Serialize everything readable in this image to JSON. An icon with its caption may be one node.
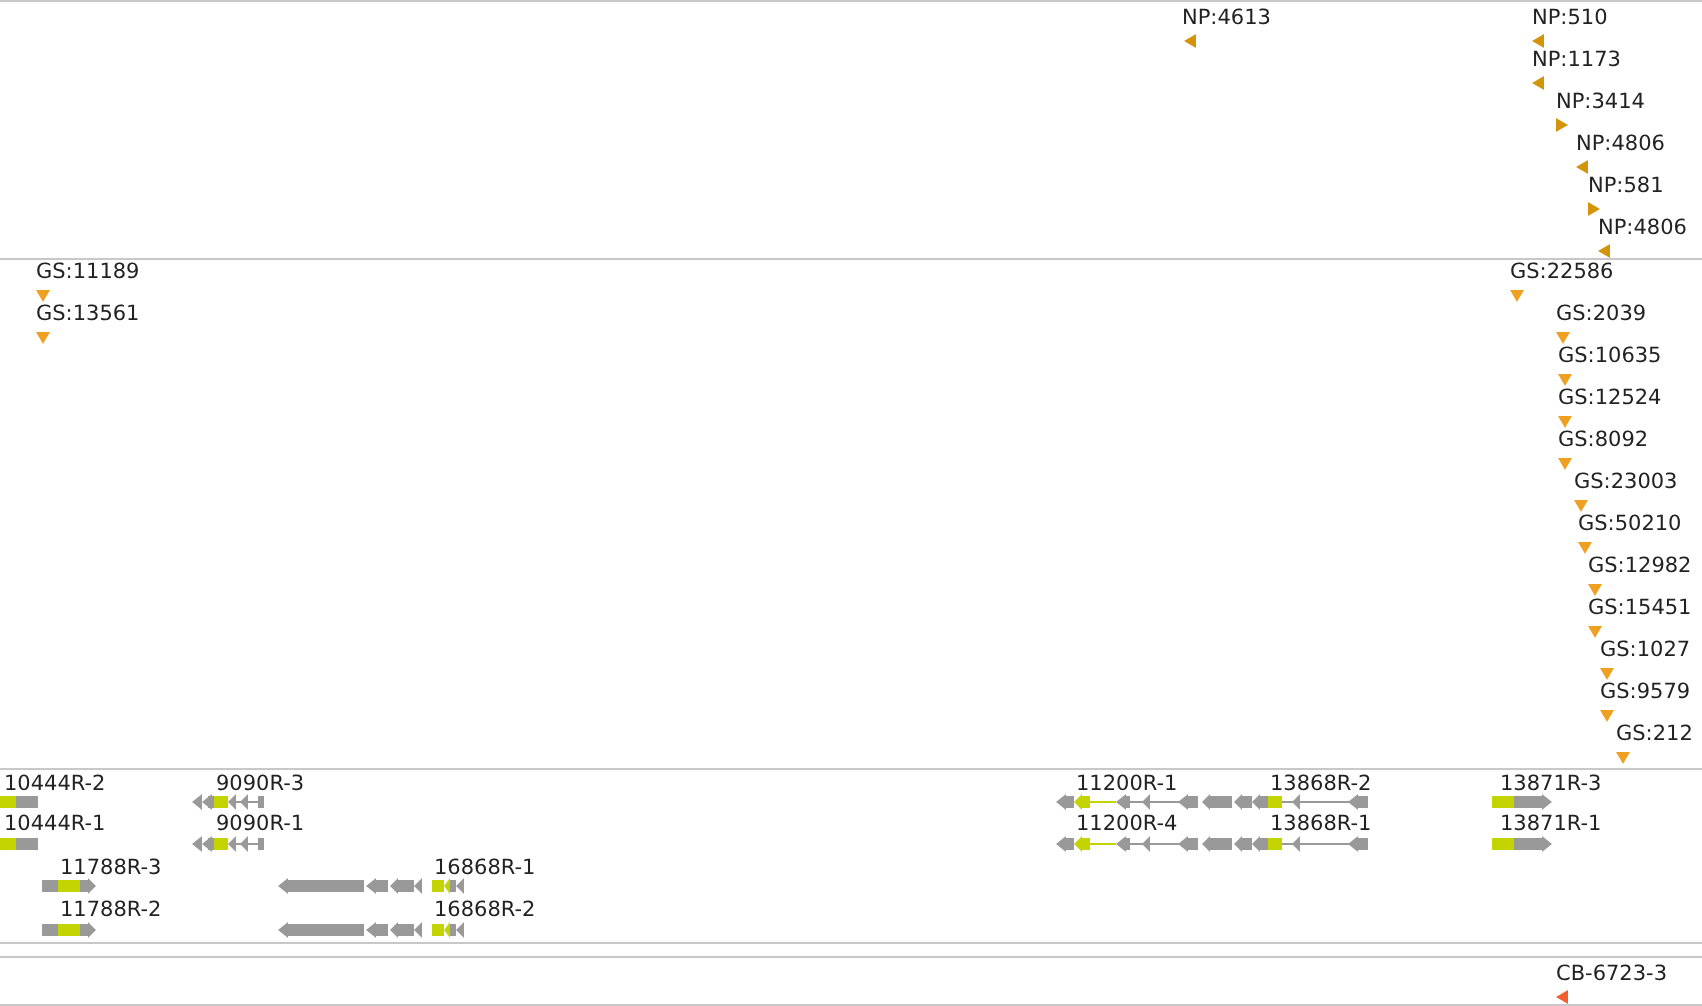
{
  "diagram": {
    "labels": [
      "NP:4613",
      "NP:510",
      "NP:1173",
      "NP:3414",
      "NP:4806",
      "NP:581",
      "NP:4806",
      "GS:11189",
      "GS:22586",
      "GS:13561",
      "GS:2039",
      "GS:10635",
      "GS:12524",
      "GS:8092",
      "GS:23003",
      "GS:50210",
      "GS:12982",
      "GS:15451",
      "GS:1027",
      "GS:9579",
      "GS:212",
      "10444R-2",
      "9090R-3",
      "11200R-1",
      "13868R-2",
      "13871R-3",
      "10444R-1",
      "9090R-1",
      "11200R-4",
      "13868R-1",
      "13871R-1",
      "11788R-3",
      "16868R-1",
      "11788R-2",
      "16868R-2",
      "CB-6723-3"
    ]
  }
}
